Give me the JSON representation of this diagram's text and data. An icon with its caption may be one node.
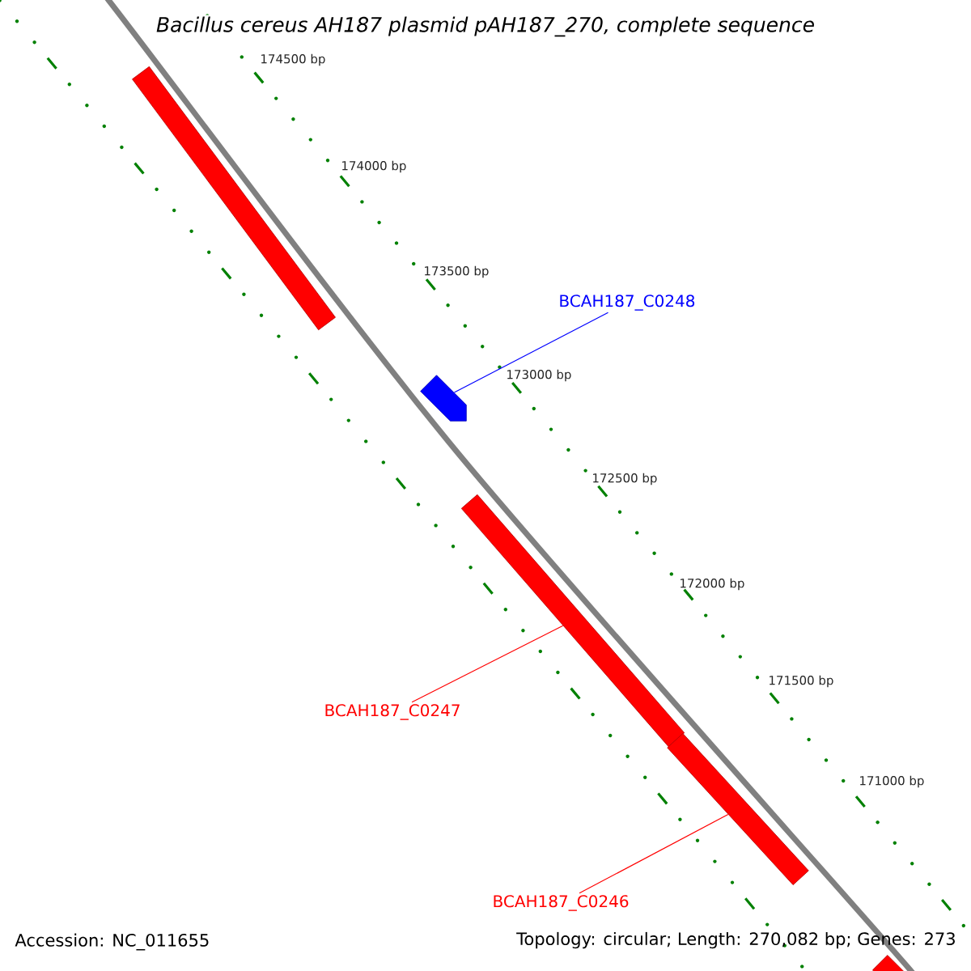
{
  "diagram": {
    "title": "Bacillus cereus AH187 plasmid pAH187_270, complete sequence",
    "nodes": [
      {
        "text": [],
        "shape": "bar"
      },
      {
        "text": [
          "BCAH187_C0248"
        ]
      },
      {
        "text": [],
        "shape": "arrow"
      },
      {
        "text": [
          "BCAH187_C0247"
        ]
      },
      {
        "text": [],
        "shape": "bar"
      },
      {
        "text": [
          "BCAH187_C0246"
        ]
      },
      {
        "text": [],
        "shape": "bar"
      },
      {
        "text": [],
        "shape": "bar"
      }
    ],
    "edges": [
      {
        "from": 1,
        "to": 2,
        "arrow": "none",
        "color": "#0000ff"
      },
      {
        "from": 3,
        "to": 4,
        "arrow": "none",
        "color": "#ff0000"
      },
      {
        "from": 5,
        "to": 6,
        "arrow": "none",
        "color": "#ff0000"
      }
    ],
    "labels": [
      "174500 bp",
      "174000 bp",
      "173500 bp",
      "173000 bp",
      "172500 bp",
      "172000 bp",
      "171500 bp",
      "171000 bp",
      "Accession: NC_011655",
      "Topology: circular; Length: 270,082 bp; Genes: 273"
    ]
  }
}
